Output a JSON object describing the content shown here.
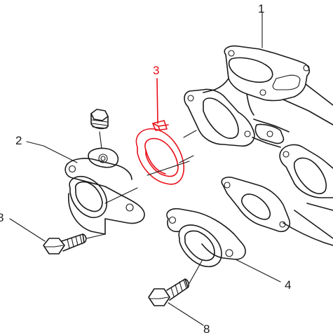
{
  "diagram": {
    "highlight_color": "#e8101a",
    "line_color": "#1a1a1a",
    "background_color": "#ffffff",
    "callouts": [
      {
        "id": "1",
        "label": "1",
        "highlighted": false
      },
      {
        "id": "2",
        "label": "2",
        "highlighted": false
      },
      {
        "id": "3",
        "label": "3",
        "highlighted": true
      },
      {
        "id": "4",
        "label": "4",
        "highlighted": false
      },
      {
        "id": "8a",
        "label": "8",
        "highlighted": false
      },
      {
        "id": "8b",
        "label": "8",
        "highlighted": false
      }
    ]
  }
}
